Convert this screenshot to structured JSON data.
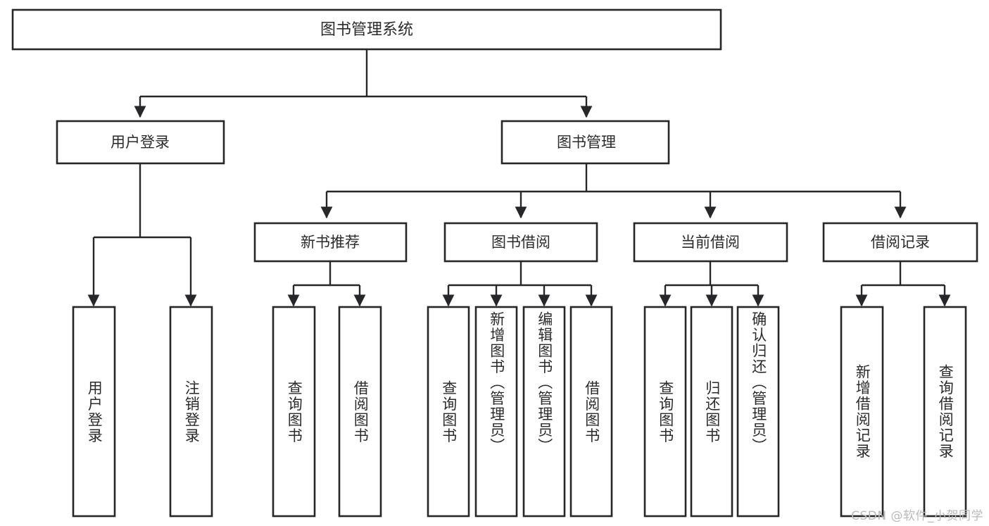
{
  "diagram": {
    "title": "图书管理系统",
    "type": "tree",
    "watermark": "CSDN @软件_小贺同学",
    "colors": {
      "stroke": "#27272a",
      "fill": "#ffffff",
      "text": "#2b2b2b",
      "background": "#ffffff",
      "watermark": "#b9b9b9"
    },
    "root": {
      "label": "图书管理系统"
    },
    "level2": [
      {
        "label": "用户登录"
      },
      {
        "label": "图书管理"
      }
    ],
    "level3": [
      {
        "label": "新书推荐"
      },
      {
        "label": "图书借阅"
      },
      {
        "label": "当前借阅"
      },
      {
        "label": "借阅记录"
      }
    ],
    "leaves": {
      "user_login": [
        {
          "label": "用户登录"
        },
        {
          "label": "注销登录"
        }
      ],
      "new_book_recommend": [
        {
          "label": "查询图书"
        },
        {
          "label": "借阅图书"
        }
      ],
      "book_borrow": [
        {
          "label": "查询图书"
        },
        {
          "label": "新增图书（管理员）"
        },
        {
          "label": "编辑图书（管理员）"
        },
        {
          "label": "借阅图书"
        }
      ],
      "current_borrow": [
        {
          "label": "查询图书"
        },
        {
          "label": "归还图书"
        },
        {
          "label": "确认归还（管理员）"
        }
      ],
      "borrow_record": [
        {
          "label": "新增借阅记录"
        },
        {
          "label": "查询借阅记录"
        }
      ]
    }
  }
}
